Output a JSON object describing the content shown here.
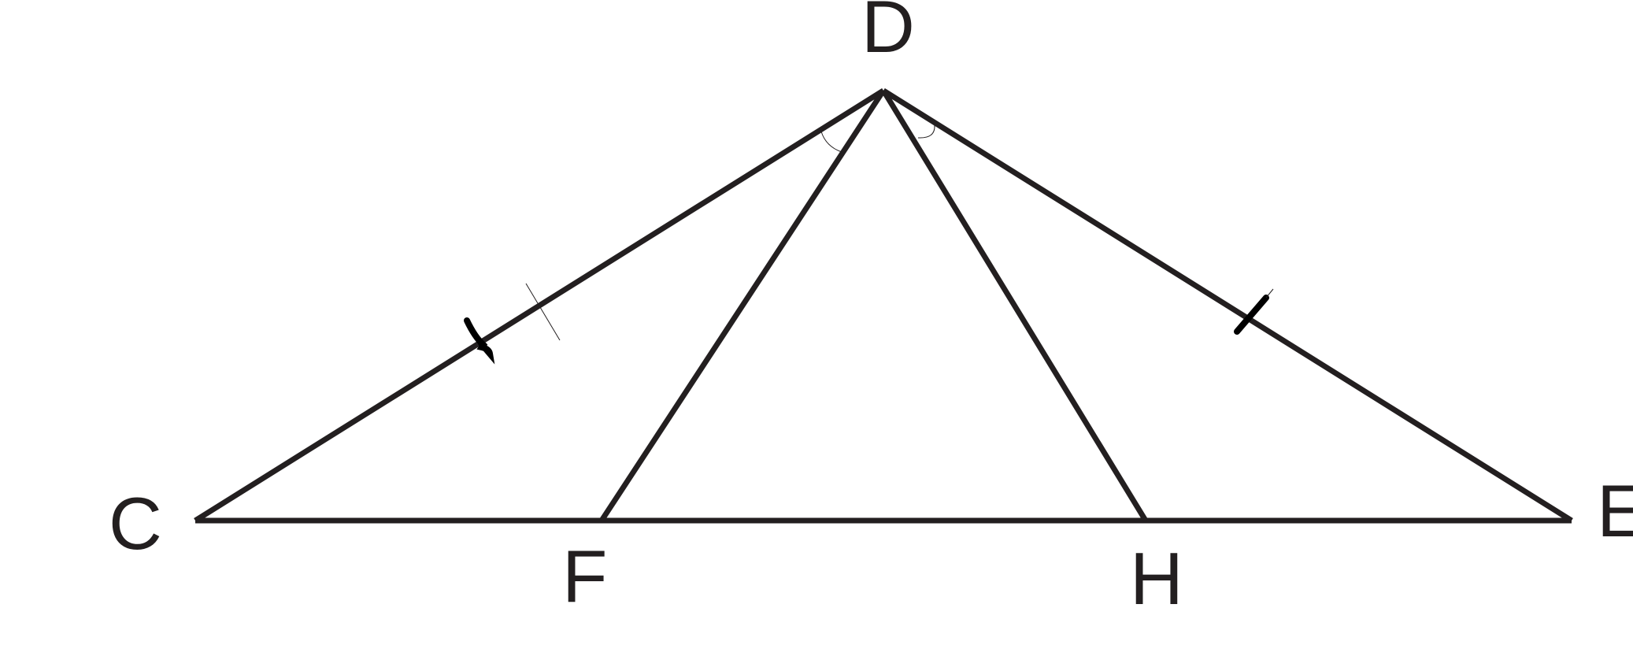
{
  "points": {
    "C": "C",
    "D": "D",
    "E": "E",
    "F": "F",
    "H": "H"
  },
  "colors": {
    "stroke": "#231f20",
    "tick": "#000000",
    "background": "#ffffff"
  },
  "marks": {
    "equal_sides": [
      "DC",
      "DE"
    ],
    "equal_angles": [
      "CDF",
      "EDH"
    ]
  }
}
